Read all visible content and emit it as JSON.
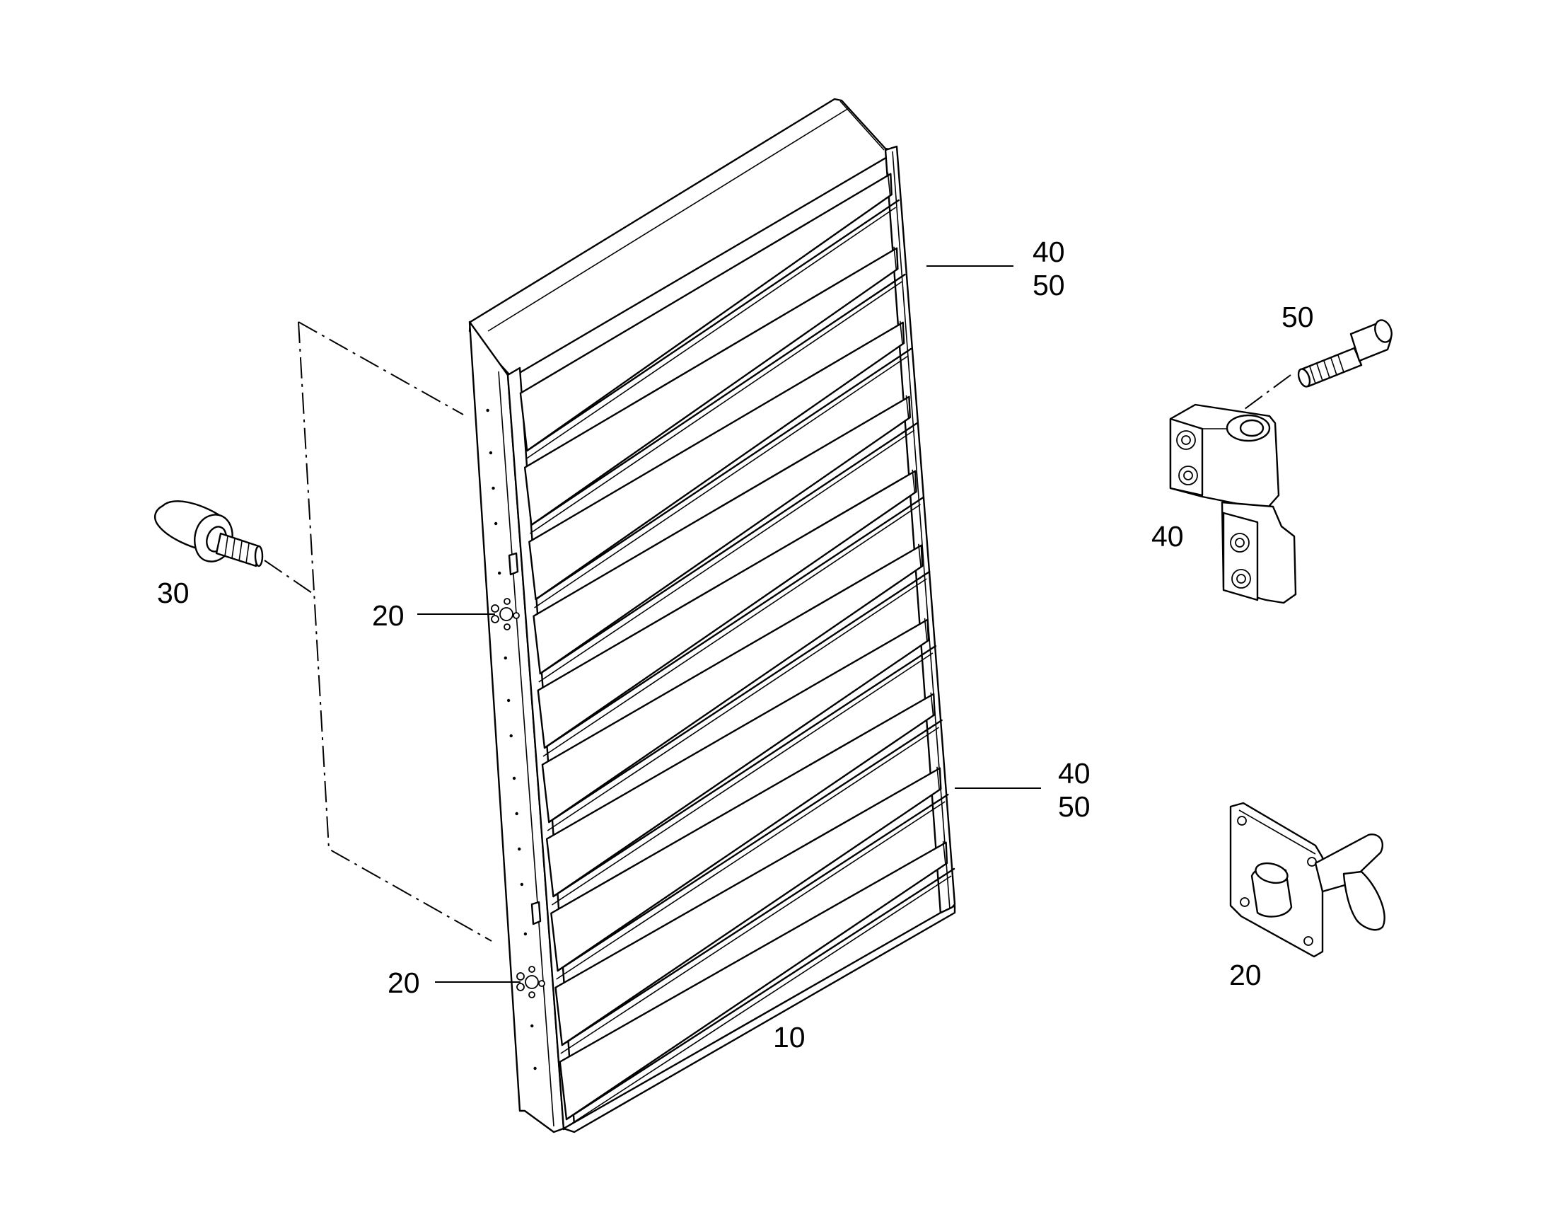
{
  "diagram": {
    "callouts": {
      "top_right_a": "40",
      "top_right_b": "50",
      "mid_right_a": "40",
      "mid_right_b": "50",
      "left_screw": "30",
      "latch_upper": "20",
      "latch_lower": "20",
      "louver": "10",
      "hinge_bolt": "50",
      "hinge": "40",
      "latch_detail": "20"
    }
  }
}
